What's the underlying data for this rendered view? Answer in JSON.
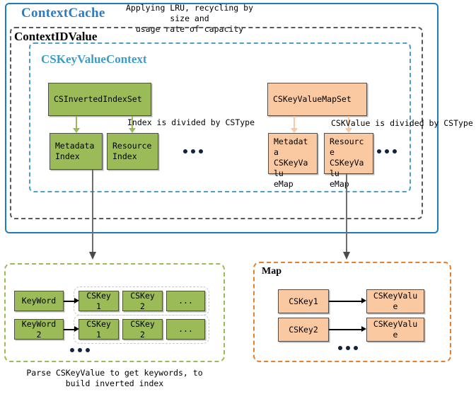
{
  "diagram": {
    "containers": {
      "context_cache": {
        "title": "ContextCache",
        "color": "#2B7CC4"
      },
      "context_id_value": {
        "title": "ContextIDValue",
        "color": "#5A5A5A"
      },
      "cs_key_value_context": {
        "title": "CSKeyValueContext",
        "color": "#3C9CC8"
      },
      "inverted_index_panel": {
        "color": "#9BBB59"
      },
      "map_panel": {
        "title": "Map",
        "color": "#E8802A"
      }
    },
    "notes": {
      "lru": "Applying LRU, recycling by size and\nusage rate of capacity",
      "inverted_index_caption": "Parse CSKeyValue to get keywords, to\nbuild inverted index"
    },
    "edge_labels": {
      "index_divided": "Index is divided by CSType",
      "cskvalue_divided": "CSKValue is divided by CSType"
    },
    "index_branch": {
      "root": "CSInvertedIndexSet",
      "children": [
        "Metadata\nIndex",
        "Resource\nIndex"
      ],
      "more": "..."
    },
    "map_branch": {
      "root": "CSKeyValueMapSet",
      "children": [
        "Metadata\nCSKeyValu\neMap",
        "Resource\nCSKeyValu\neMap"
      ],
      "more": "..."
    },
    "inverted_index_rows": [
      {
        "keyword": "KeyWord",
        "values": [
          "CSKey1",
          "CSKey2",
          "..."
        ]
      },
      {
        "keyword": "KeyWord2",
        "values": [
          "CSKey1",
          "CSKey2",
          "..."
        ]
      }
    ],
    "map_rows": [
      {
        "key": "CSKey1",
        "value": "CSKeyValue"
      },
      {
        "key": "CSKey2",
        "value": "CSKeyValue"
      }
    ],
    "colors": {
      "green_fill": "#9BBB59",
      "orange_fill": "#FAC9A2",
      "blue_border": "#1F7BC1",
      "dot": "#10233F"
    }
  }
}
